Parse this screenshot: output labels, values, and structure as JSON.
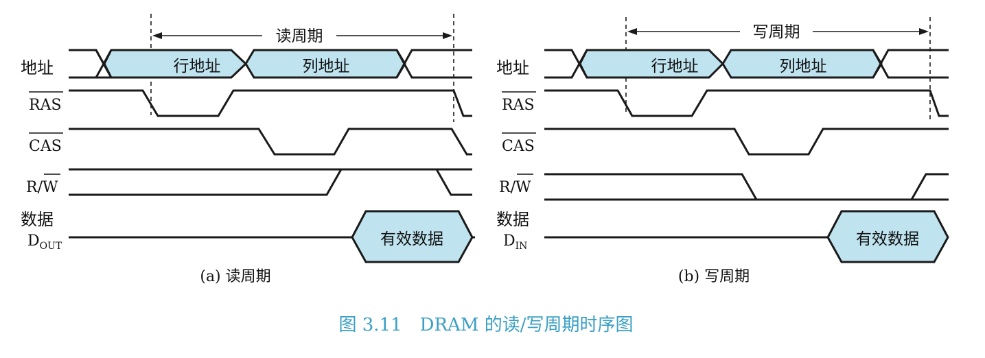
{
  "labels": {
    "address": "地址",
    "ras": "RAS",
    "cas": "CAS",
    "rw_r": "R/",
    "rw_w": "W",
    "data": "数据",
    "dout_base": "D",
    "dout_sub": "OUT",
    "din_base": "D",
    "din_sub": "IN"
  },
  "panel_a": {
    "period_label": "读周期",
    "row_address": "行地址",
    "column_address": "列地址",
    "valid_data": "有效数据",
    "caption": "(a) 读周期"
  },
  "panel_b": {
    "period_label": "写周期",
    "row_address": "行地址",
    "column_address": "列地址",
    "valid_data": "有效数据",
    "caption": "(b) 写周期"
  },
  "figure_caption": "图 3.11　DRAM 的读/写周期时序图",
  "colors": {
    "box_fill": "#bfe3ef",
    "line": "#1a1a1a",
    "caption_color": "#3a9fc4"
  }
}
